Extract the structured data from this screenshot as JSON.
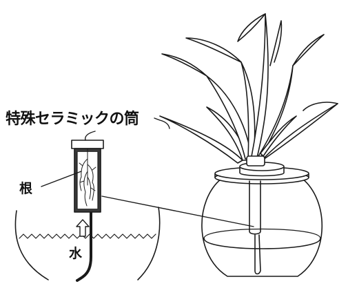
{
  "labels": {
    "tube": "特殊セラミックの筒",
    "root": "根",
    "water": "水"
  },
  "colors": {
    "line": "#1a1a1a",
    "tube_fill": "#3a3a3a",
    "background": "#ffffff"
  }
}
